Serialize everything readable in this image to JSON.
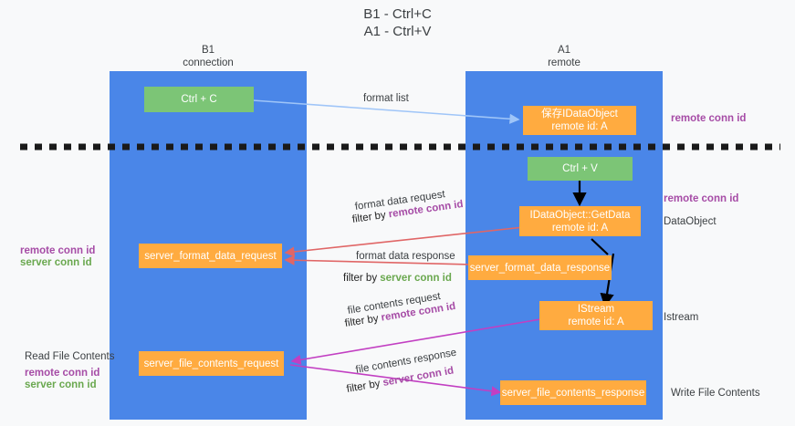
{
  "title": {
    "line1": "B1 - Ctrl+C",
    "line2": "A1 - Ctrl+V"
  },
  "columns": [
    {
      "name": "B1",
      "sub": "connection"
    },
    {
      "name": "A1",
      "sub": "remote"
    }
  ],
  "nodes": {
    "ctrl_c": "Ctrl + C",
    "save_idataobject_line1": "保存IDataObject",
    "save_idataobject_line2": "remote id: A",
    "ctrl_v": "Ctrl + V",
    "getdata_line1": "IDataObject::GetData",
    "getdata_line2": "remote id: A",
    "server_format_data_request": "server_format_data_request",
    "server_format_data_response": "server_format_data_response",
    "istream_line1": "IStream",
    "istream_line2": "remote id: A",
    "server_file_contents_request": "server_file_contents_request",
    "server_file_contents_response": "server_file_contents_response"
  },
  "edge_labels": {
    "format_list": "format list",
    "format_data_request": "format data request",
    "format_data_request_filter_prefix": "filter by ",
    "format_data_request_filter_key": "remote conn id",
    "format_data_response": "format data response",
    "format_data_response_filter_prefix": "filter by ",
    "format_data_response_filter_key": "server conn id",
    "file_contents_request": "file contents request",
    "file_contents_request_filter_prefix": "filter by ",
    "file_contents_request_filter_key": "remote conn id",
    "file_contents_response": "file contents response",
    "file_contents_response_filter_prefix": "filter by ",
    "file_contents_response_filter_key": "server conn id"
  },
  "annotations": {
    "right_remote_conn_id_top": "remote conn id",
    "right_remote_conn_id_mid": "remote conn id",
    "right_dataobject": "DataObject",
    "right_istream": "Istream",
    "right_write_file_contents": "Write File Contents",
    "left_remote_conn_id_mid": "remote conn id",
    "left_server_conn_id_mid": "server conn id",
    "left_read_file_contents": "Read File Contents",
    "left_remote_conn_id_bottom": "remote conn id",
    "left_server_conn_id_bottom": "server conn id"
  },
  "colors": {
    "lane": "#4a86e8",
    "node_orange": "#ffab40",
    "node_green": "#7cc576",
    "accent_purple": "#a64ca6",
    "accent_green": "#6aa84f",
    "arrow_blue": "#9fc5f8",
    "arrow_red": "#e06666",
    "arrow_magenta": "#c23fc2",
    "arrow_black": "#000000",
    "background": "#f8f9fa"
  }
}
